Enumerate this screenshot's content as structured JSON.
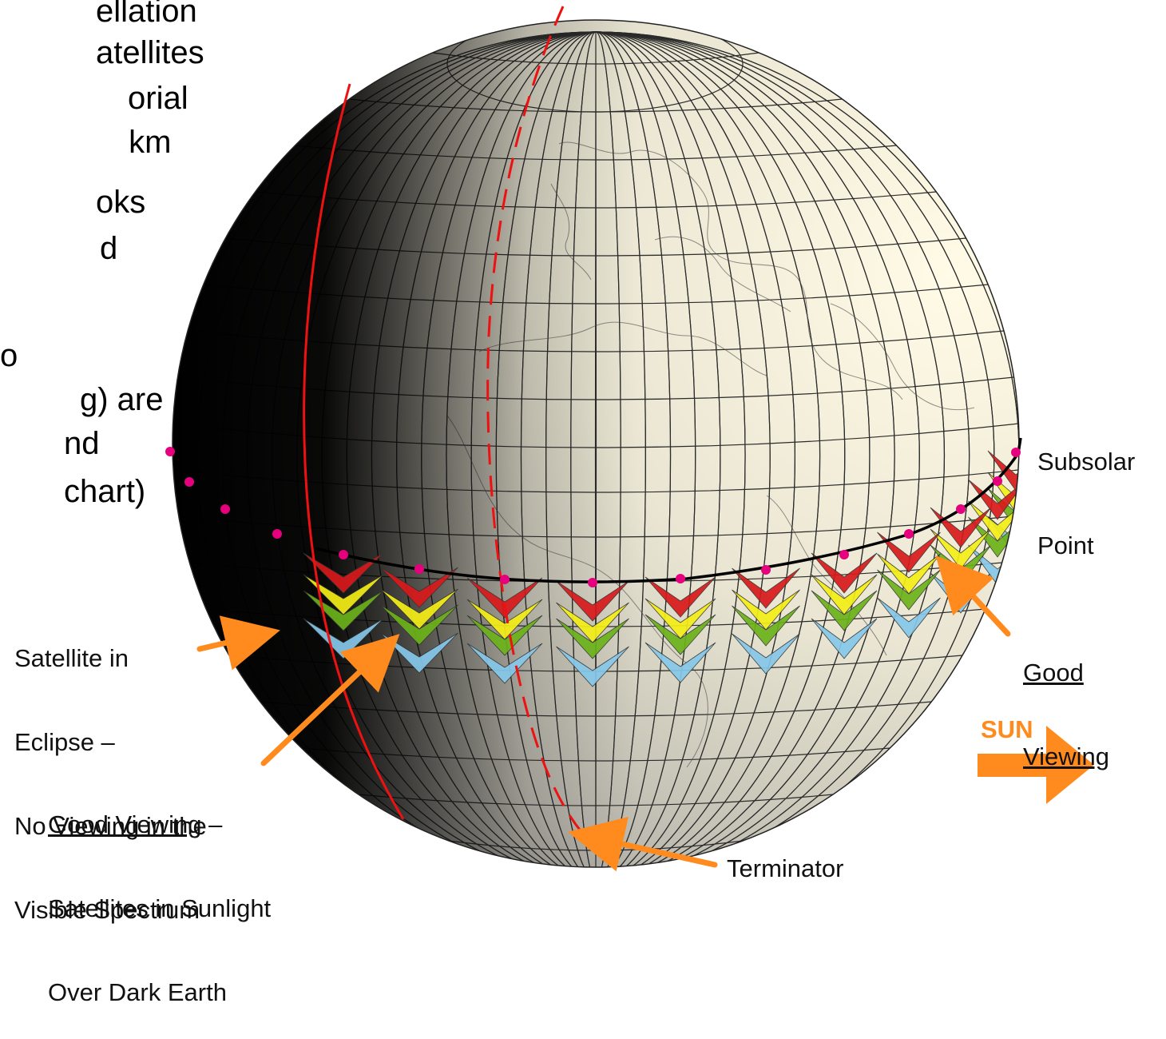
{
  "bullet_fragments": [
    "ellation",
    "atellites",
    "orial",
    " km",
    "oks",
    "d",
    "o",
    "g) are",
    "nd",
    "chart)"
  ],
  "labels": {
    "subsolar": [
      "Subsolar",
      "Point"
    ],
    "good_viewing_right": [
      "Good",
      "Viewing"
    ],
    "eclipse": [
      "Satellite in",
      "Eclipse –",
      "No Viewing in the",
      "Visible Spectrum"
    ],
    "good_viewing_left": {
      "underlined": "Good Viewing",
      "suffix": " –",
      "lines": [
        "Satellites in Sunlight",
        "Over Dark Earth"
      ]
    },
    "terminator": "Terminator",
    "sun": "SUN"
  },
  "colors": {
    "night": "#000000",
    "day_surface": "#f3efdc",
    "orbit_line": "#000000",
    "satellite_dot": "#e6007e",
    "terminator_line": "#ee1111",
    "arrow": "#ff8a1e",
    "viewing_red": "#d8191b",
    "viewing_yellow": "#f4ee16",
    "viewing_green": "#6cb21a",
    "viewing_blue": "#86c8ea"
  },
  "icons": {
    "sun_arrow": "right-arrow-icon",
    "pointer_arrow": "pointer-arrow-icon"
  }
}
